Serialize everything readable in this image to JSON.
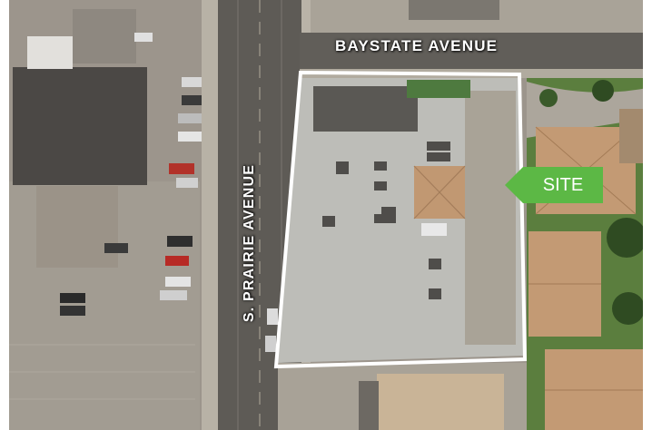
{
  "map": {
    "roads": {
      "north": "BAYSTATE AVENUE",
      "west": "S. PRAIRIE AVENUE"
    },
    "callout": {
      "label": "SITE",
      "color": "#5cb845"
    },
    "boundary_color": "#ffffff",
    "colors": {
      "asphalt": "#5e5b56",
      "lot_concrete": "#bdbdb8",
      "roof_brown": "#c39a74",
      "grass": "#4f7a3c",
      "dark_roof": "#4a4744"
    }
  }
}
